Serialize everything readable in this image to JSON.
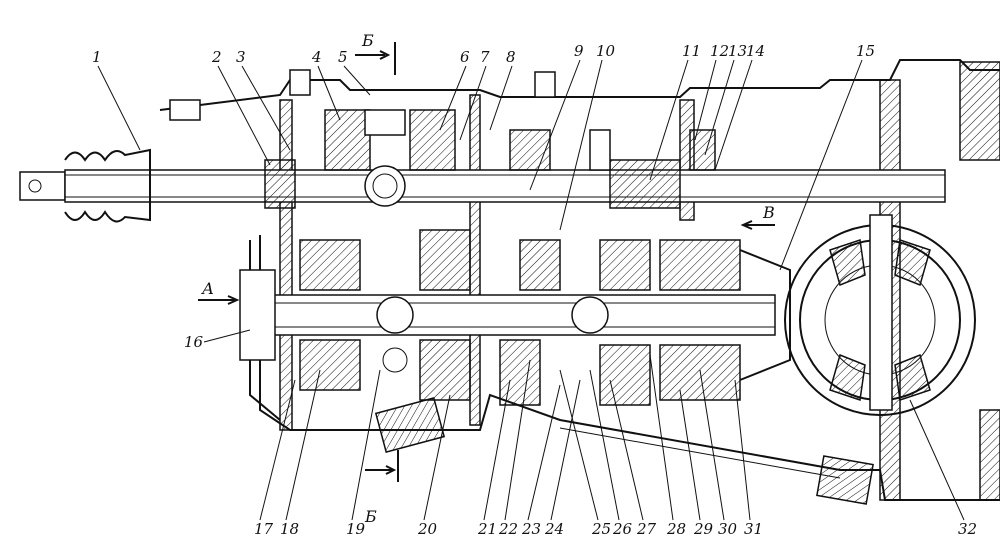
{
  "figure": {
    "callouts": [
      "1",
      "2",
      "3",
      "4",
      "5",
      "6",
      "7",
      "8",
      "9",
      "10",
      "11",
      "12",
      "13",
      "14",
      "15",
      "16",
      "17",
      "18",
      "19",
      "20",
      "21",
      "22",
      "23",
      "24",
      "25",
      "26",
      "27",
      "28",
      "29",
      "30",
      "31",
      "32"
    ],
    "section_marks": {
      "top": "Б",
      "bottom": "Б",
      "left_arrow": "А",
      "right_arrow": "В"
    }
  }
}
